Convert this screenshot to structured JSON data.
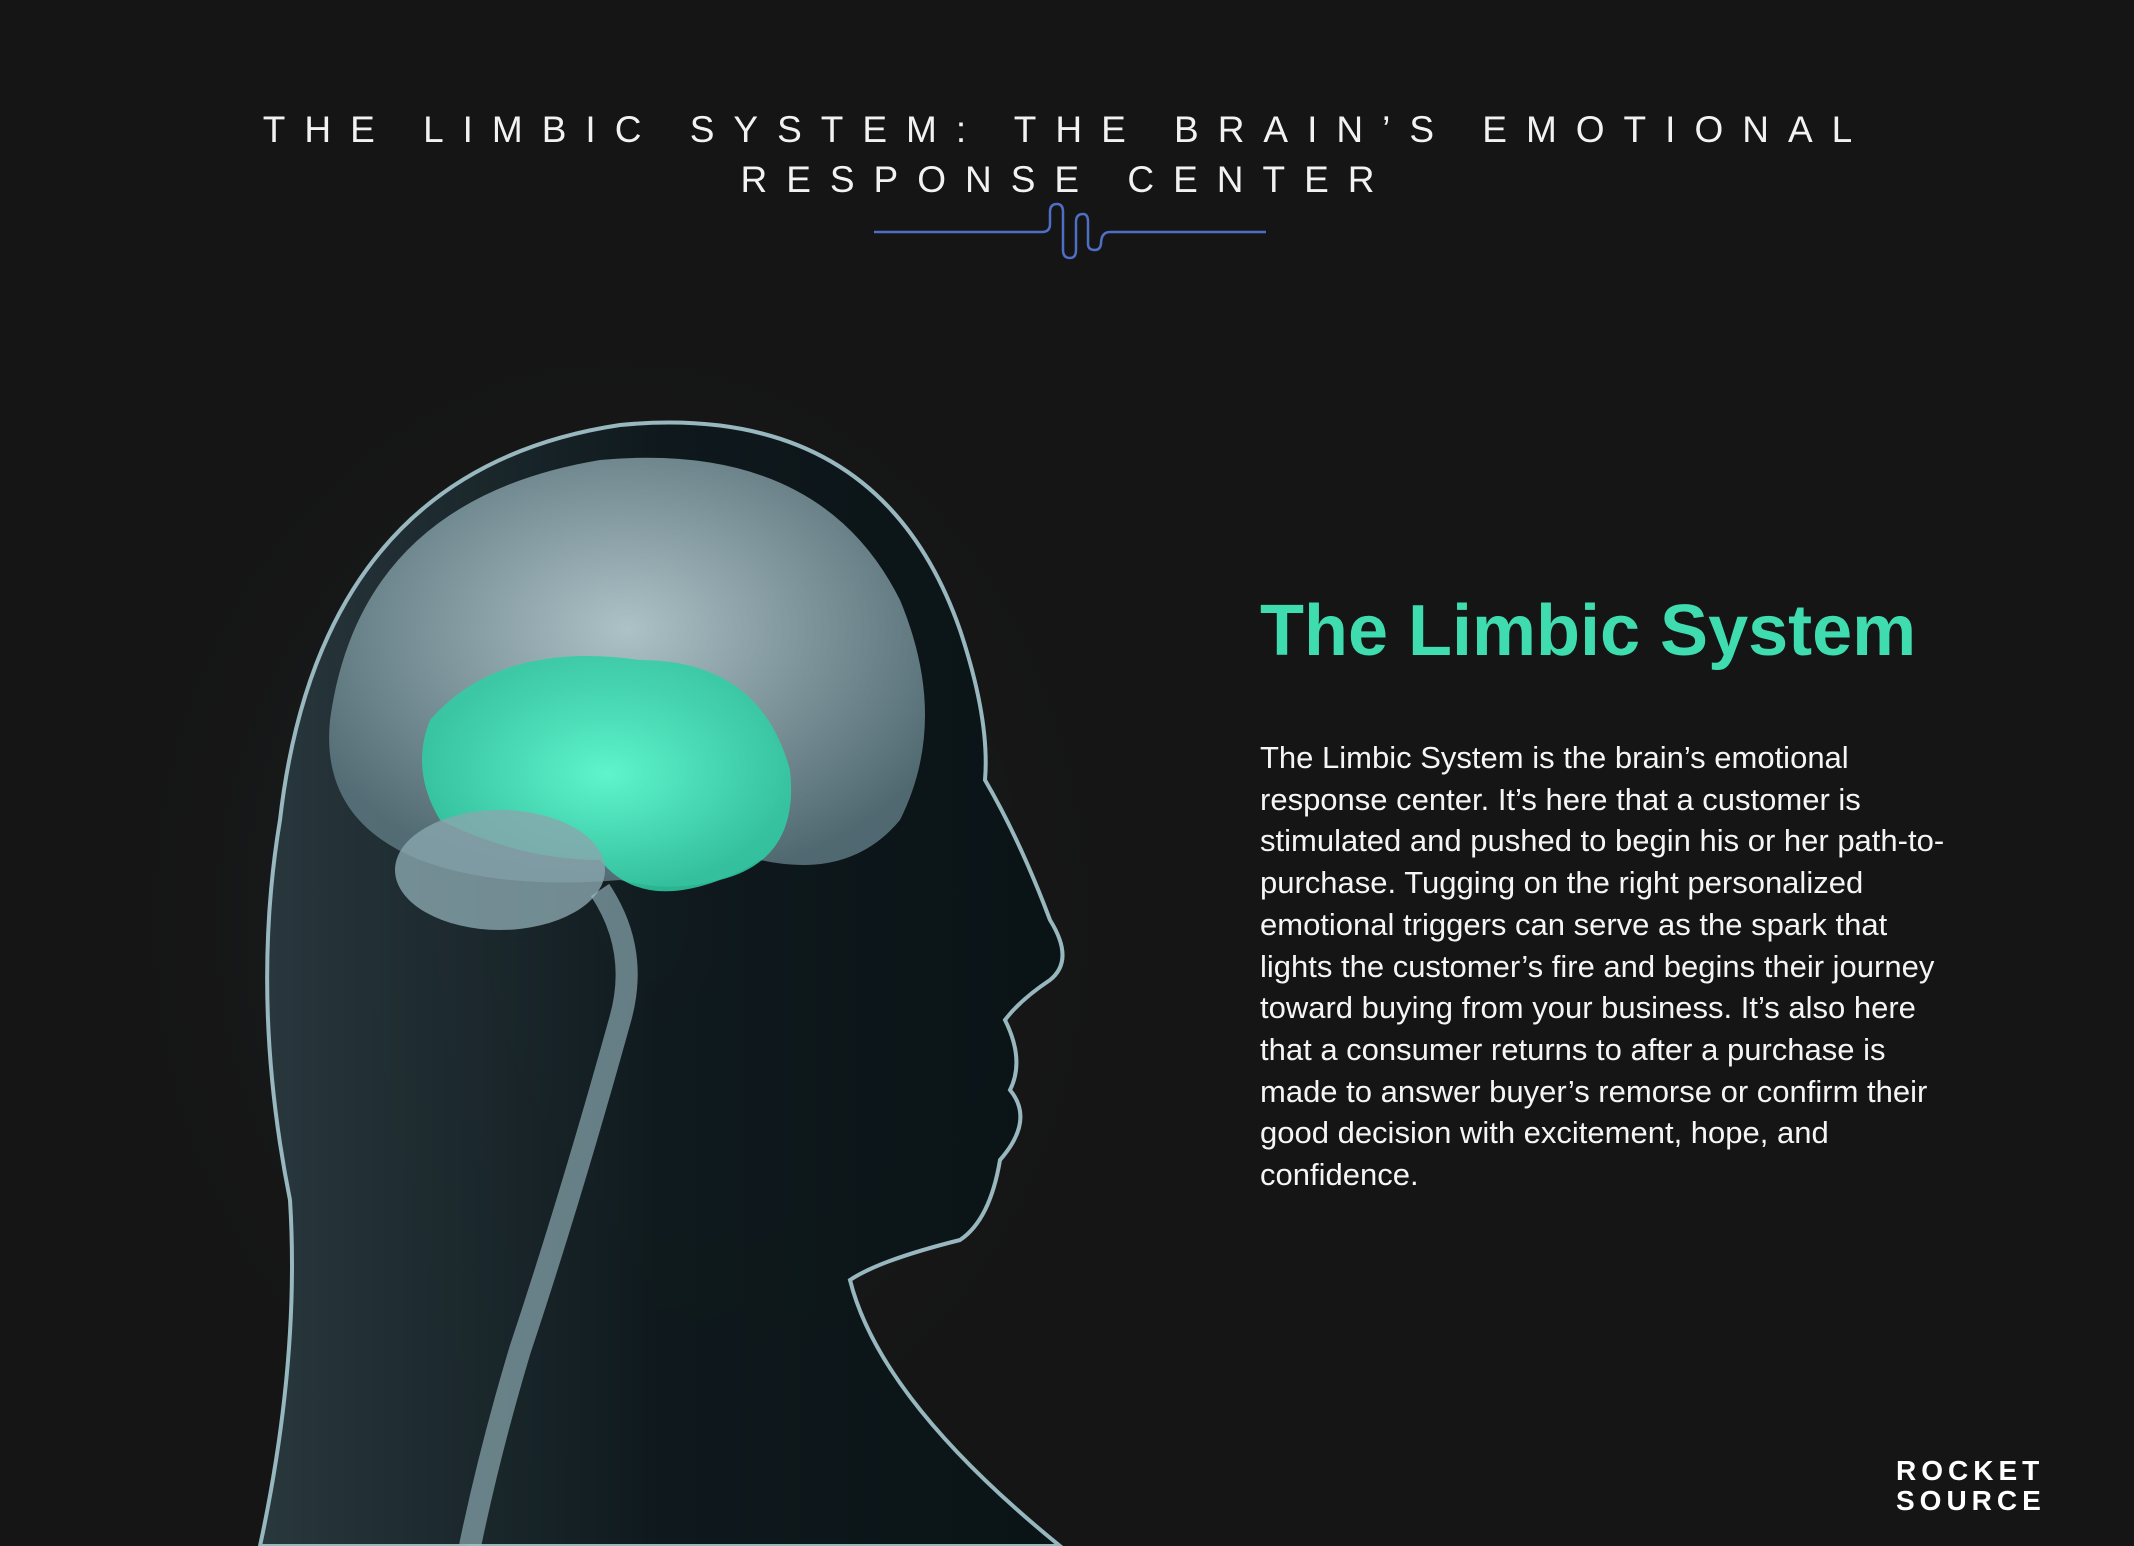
{
  "header": {
    "title_line1": "THE LIMBIC SYSTEM: THE BRAIN’S EMOTIONAL",
    "title_line2": "RESPONSE CENTER",
    "divider_color": "#4f6fc6"
  },
  "main": {
    "heading": "The Limbic System",
    "body": "The Limbic System is the brain’s emotional response center. It’s here that a customer is stimulated and pushed to begin his or her path-to-purchase. Tugging on the right personalized emotional triggers can serve as the spark that lights the customer’s fire and begins their journey toward buying from your business. It’s also here that a consumer returns to after a purchase is made to answer buyer’s remorse or confirm their good decision with excitement, hope, and confidence.",
    "accent_color": "#3fdcb0"
  },
  "logo": {
    "line1": "ROCKET",
    "line2": "SOURCE"
  },
  "illustration": {
    "icon": "brain-head-xray-illustration"
  }
}
